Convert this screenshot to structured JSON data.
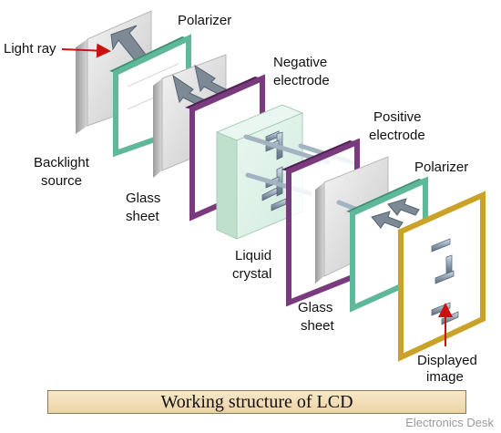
{
  "labels": {
    "light_ray": "Light ray",
    "polarizer_1": "Polarizer",
    "negative_electrode_1": "Negative",
    "negative_electrode_2": "electrode",
    "positive_electrode_1": "Positive",
    "positive_electrode_2": "electrode",
    "polarizer_2": "Polarizer",
    "backlight_1": "Backlight",
    "backlight_2": "source",
    "glass_1a": "Glass",
    "glass_1b": "sheet",
    "liquid_1": "Liquid",
    "liquid_2": "crystal",
    "glass_2a": "Glass",
    "glass_2b": "sheet",
    "displayed_1": "Displayed",
    "displayed_2": "image"
  },
  "caption": "Working structure of LCD",
  "watermark": "Electronics Desk",
  "colors": {
    "polarizer": "#5fb89a",
    "electrode": "#7a3b7e",
    "display_frame": "#c9a227",
    "liquid_crystal": "#d7efe2",
    "arrow": "#cc1111",
    "segments": "#8fa1b3"
  }
}
